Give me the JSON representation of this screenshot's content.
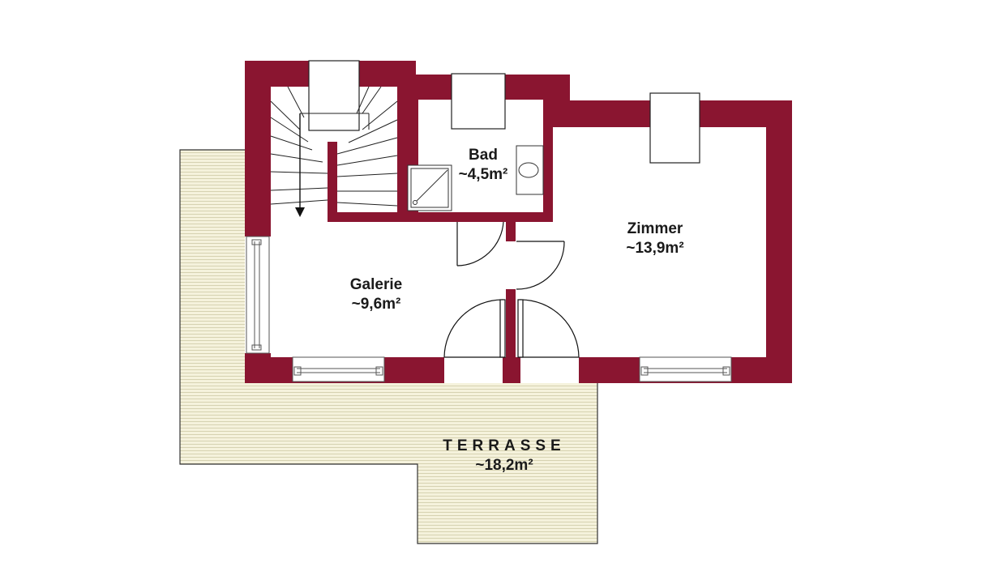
{
  "colors": {
    "wall": "#8a1530",
    "terrace": "#f5f2dc",
    "terrace_line": "#c9c5a0",
    "line": "#1a1a1a"
  },
  "rooms": {
    "bad": {
      "name": "Bad",
      "area": "~4,5m²"
    },
    "zimmer": {
      "name": "Zimmer",
      "area": "~13,9m²"
    },
    "galerie": {
      "name": "Galerie",
      "area": "~9,6m²"
    },
    "terrasse": {
      "name": "TERRASSE",
      "area": "~18,2m²"
    }
  }
}
